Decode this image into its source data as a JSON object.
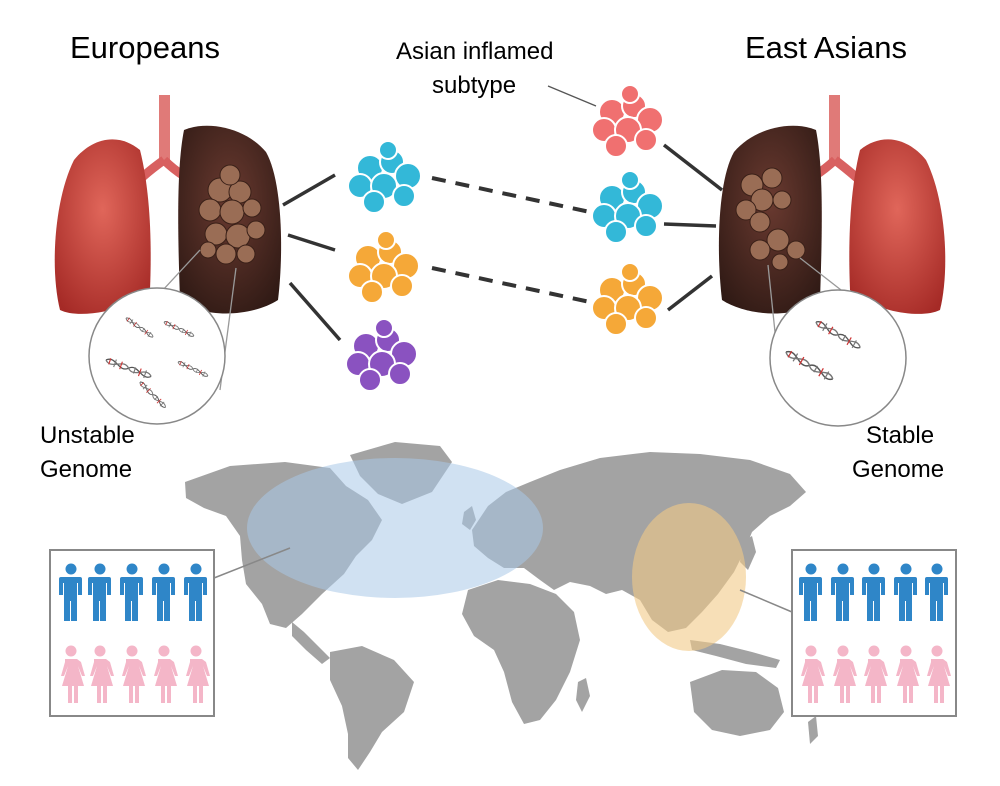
{
  "labels": {
    "europeans": "Europeans",
    "east_asians": "East Asians",
    "asian_subtype_line1": "Asian inflamed",
    "asian_subtype_line2": "subtype",
    "unstable_line1": "Unstable",
    "unstable_line2": "Genome",
    "stable_line1": "Stable",
    "stable_line2": "Genome"
  },
  "colors": {
    "cyan_cluster": "#33b8d8",
    "orange_cluster": "#f5a838",
    "purple_cluster": "#8a52c0",
    "red_cluster": "#f07070",
    "europe_region": "#a9c9e8",
    "asia_region": "#f2c987",
    "map_land": "#a3a3a3",
    "male_icon": "#2f86c8",
    "female_icon": "#f4b6c8",
    "lung_healthy": "#c9453a",
    "lung_diseased": "#4a2a22"
  },
  "icons": {
    "people_left": {
      "males": 5,
      "females": 5
    },
    "people_right": {
      "males": 5,
      "females": 5
    }
  }
}
